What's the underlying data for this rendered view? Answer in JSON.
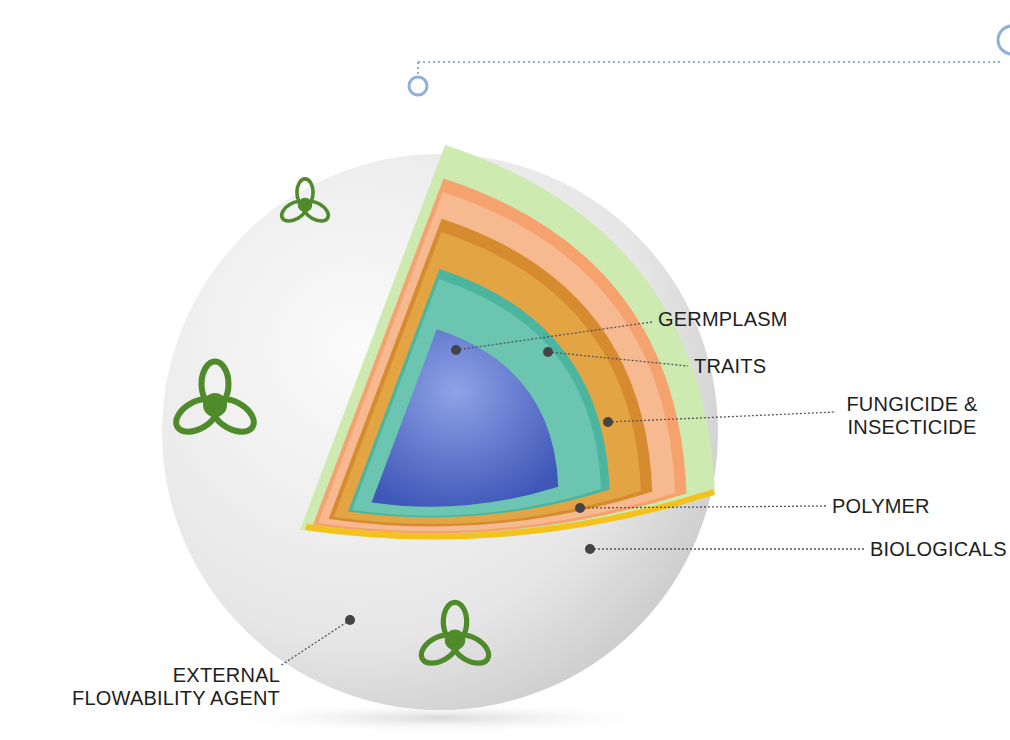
{
  "diagram": {
    "labels": [
      "GERMPLASM",
      "TRAITS",
      "FUNGICIDE & INSECTICIDE",
      "POLYMER",
      "BIOLOGICALS",
      "EXTERNAL FLOWABILITY AGENT"
    ]
  }
}
